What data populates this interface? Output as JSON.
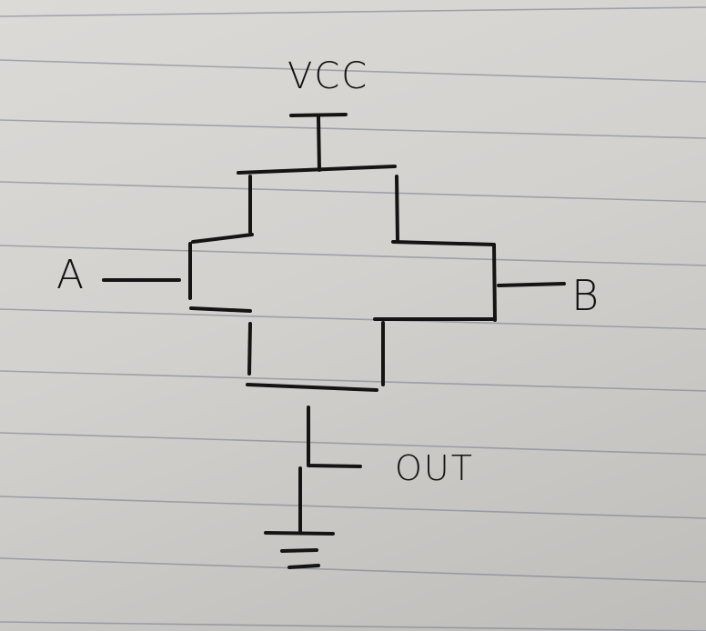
{
  "labels": {
    "vcc": "VCC",
    "input_a": "A",
    "input_b": "B",
    "output": "OUT"
  },
  "colors": {
    "ink": "#141414",
    "paper": "#d6d4d1",
    "ruling": "#6d7a8a"
  }
}
